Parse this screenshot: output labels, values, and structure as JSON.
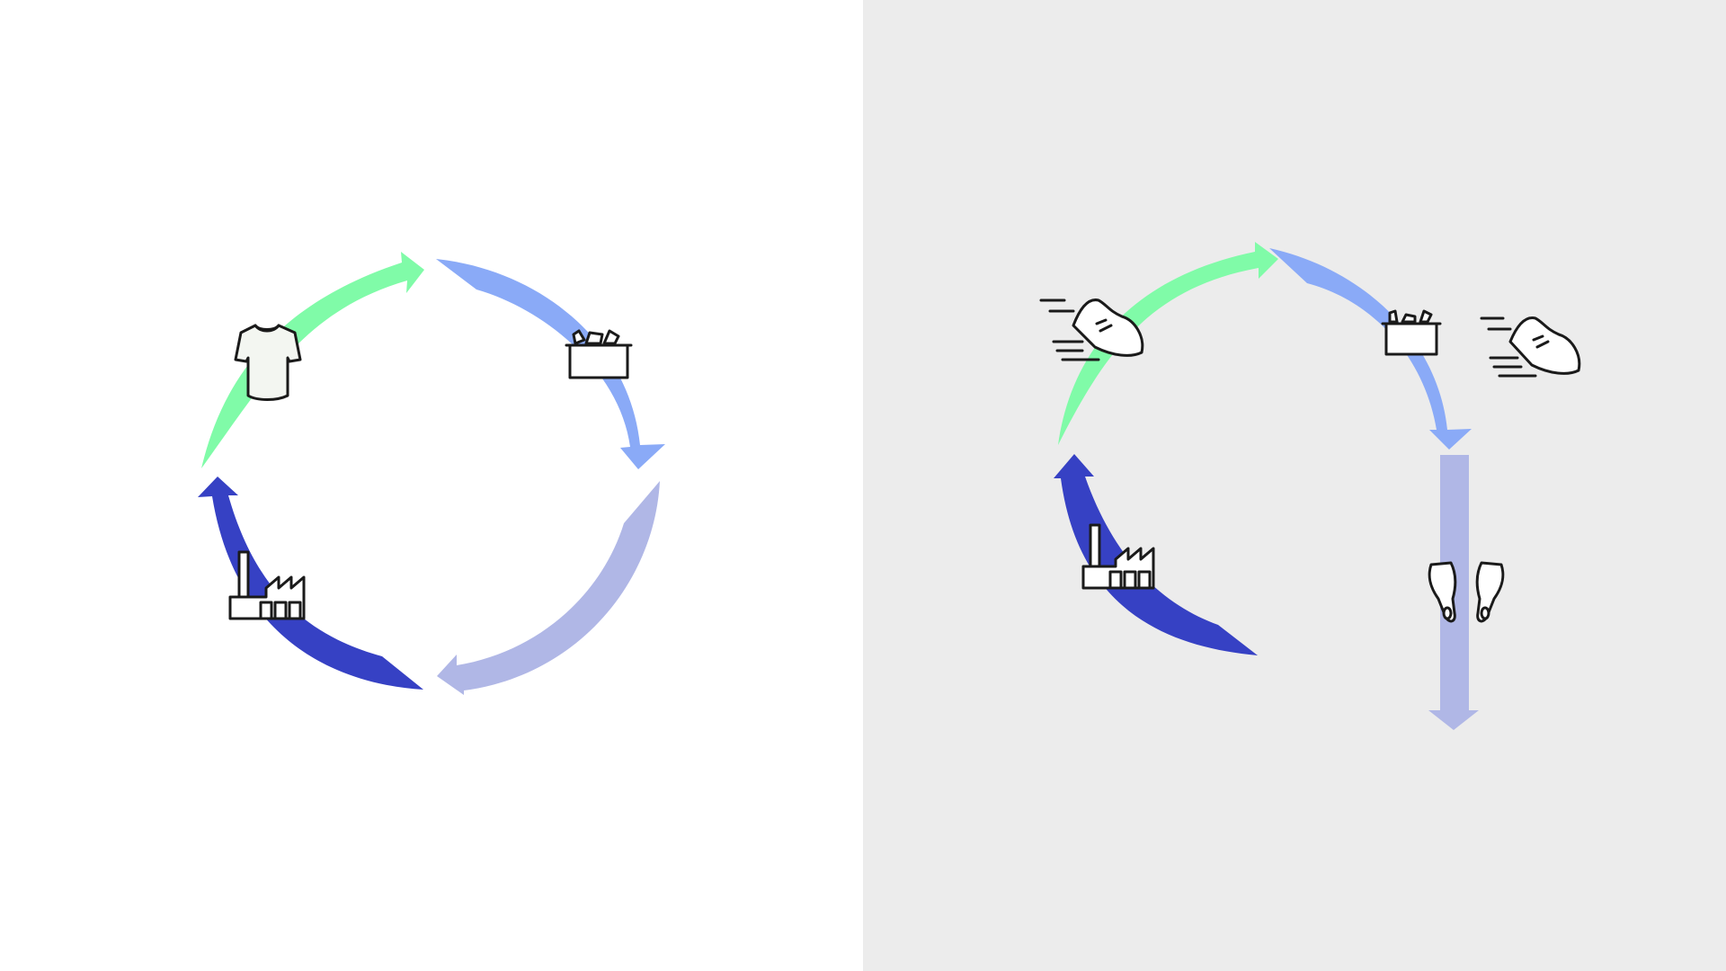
{
  "colors": {
    "left_background": "#ffffff",
    "right_background": "#ececec",
    "green_arrow": "#80fba8",
    "light_blue_arrow": "#8aaaf7",
    "lavender_arrow": "#b0b7e6",
    "dark_blue_arrow": "#3641c4",
    "icon_stroke": "#1a1a1a"
  },
  "left_diagram": {
    "name": "circular-cycle",
    "stages": [
      {
        "icon": "t-shirt-icon",
        "arrow_color": "green"
      },
      {
        "icon": "basket-icon",
        "arrow_color": "light-blue"
      },
      {
        "icon": "none",
        "arrow_color": "lavender"
      },
      {
        "icon": "factory-icon",
        "arrow_color": "dark-blue"
      }
    ]
  },
  "right_diagram": {
    "name": "broken-cycle",
    "stages": [
      {
        "icon": "running-shoe-icon",
        "arrow_color": "green"
      },
      {
        "icon": "basket-icon",
        "arrow_color": "light-blue"
      },
      {
        "icon": "swim-fins-icon",
        "arrow_color": "lavender"
      },
      {
        "icon": "factory-icon",
        "arrow_color": "dark-blue"
      }
    ],
    "extra_icons": [
      "running-shoe-icon"
    ]
  }
}
